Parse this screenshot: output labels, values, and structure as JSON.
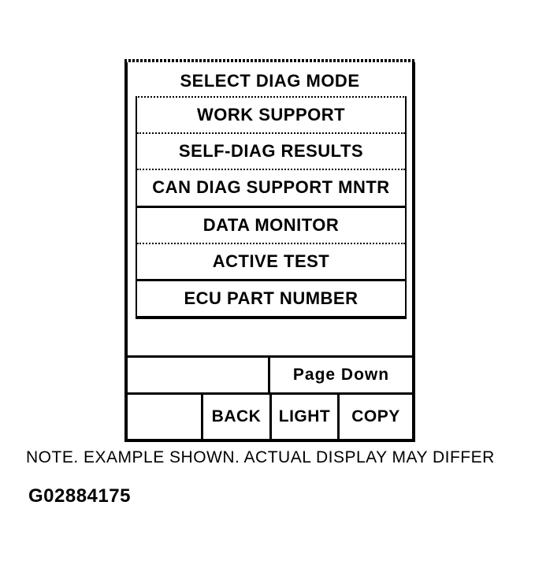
{
  "colors": {
    "ink": "#000000",
    "background": "#ffffff"
  },
  "screen": {
    "title": "SELECT DIAG MODE",
    "menu_items": [
      {
        "label": "WORK SUPPORT"
      },
      {
        "label": "SELF-DIAG RESULTS"
      },
      {
        "label": "CAN DIAG SUPPORT MNTR"
      },
      {
        "label": "DATA MONITOR"
      },
      {
        "label": "ACTIVE TEST"
      },
      {
        "label": "ECU PART NUMBER"
      }
    ],
    "pager": {
      "page_down_label": "Page Down"
    },
    "function_keys": [
      {
        "label": "BACK"
      },
      {
        "label": "LIGHT"
      },
      {
        "label": "COPY"
      }
    ]
  },
  "caption": {
    "note": "NOTE. EXAMPLE SHOWN. ACTUAL DISPLAY MAY DIFFER",
    "figure_id": "G02884175"
  }
}
